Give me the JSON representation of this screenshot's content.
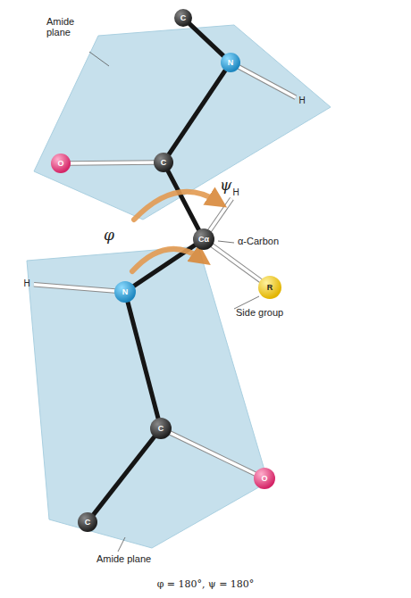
{
  "diagram": {
    "caption": "φ = 180°, ψ = 180°",
    "nodes": [
      {
        "text": [
          "C"
        ]
      },
      {
        "text": [
          "N"
        ]
      },
      {
        "text": [
          "H"
        ]
      },
      {
        "text": [
          "O"
        ]
      },
      {
        "text": [
          "C"
        ]
      },
      {
        "text": [
          "H"
        ]
      },
      {
        "text": [
          "Cα"
        ]
      },
      {
        "text": [
          "H"
        ]
      },
      {
        "text": [
          "R"
        ]
      },
      {
        "text": [
          "N"
        ]
      },
      {
        "text": [
          "C"
        ]
      },
      {
        "text": [
          "O"
        ]
      },
      {
        "text": [
          "C"
        ]
      }
    ],
    "edges": [
      {
        "from": 0,
        "to": 1,
        "arrow": "none"
      },
      {
        "from": 1,
        "to": 2,
        "arrow": "none"
      },
      {
        "from": 1,
        "to": 4,
        "arrow": "none"
      },
      {
        "from": 4,
        "to": 3,
        "arrow": "none"
      },
      {
        "from": 4,
        "to": 6,
        "arrow": "none"
      },
      {
        "from": 6,
        "to": 5,
        "arrow": "none"
      },
      {
        "from": 6,
        "to": 8,
        "arrow": "none"
      },
      {
        "from": 6,
        "to": 9,
        "arrow": "none"
      },
      {
        "from": 9,
        "to": 7,
        "arrow": "none"
      },
      {
        "from": 9,
        "to": 10,
        "arrow": "none"
      },
      {
        "from": 10,
        "to": 11,
        "arrow": "none"
      },
      {
        "from": 10,
        "to": 12,
        "arrow": "none"
      }
    ],
    "labels": [
      "Amide plane",
      "ψ",
      "φ",
      "α-Carbon",
      "Side group",
      "Amide plane"
    ]
  }
}
